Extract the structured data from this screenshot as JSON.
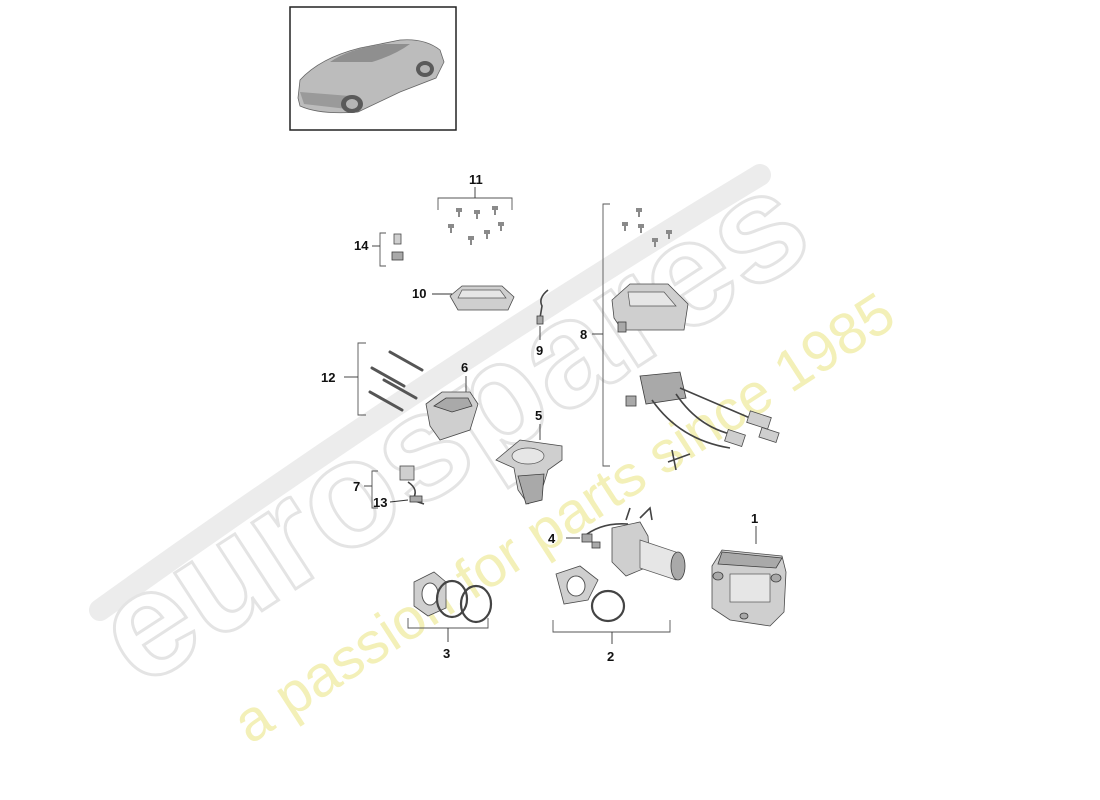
{
  "watermark": {
    "logo_text": "eurospares",
    "tagline": "a passion for parts since 1985"
  },
  "thumbnail": {
    "icon": "car-thumbnail-icon"
  },
  "callouts": {
    "c1": "1",
    "c2": "2",
    "c3": "3",
    "c4": "4",
    "c5": "5",
    "c6": "6",
    "c7": "7",
    "c8": "8",
    "c9": "9",
    "c10": "10",
    "c11": "11",
    "c12": "12",
    "c13": "13",
    "c14": "14"
  },
  "colors": {
    "line": "#333333",
    "part": "#cfcfcf",
    "watermark_yellow": "#f3f0b8"
  }
}
